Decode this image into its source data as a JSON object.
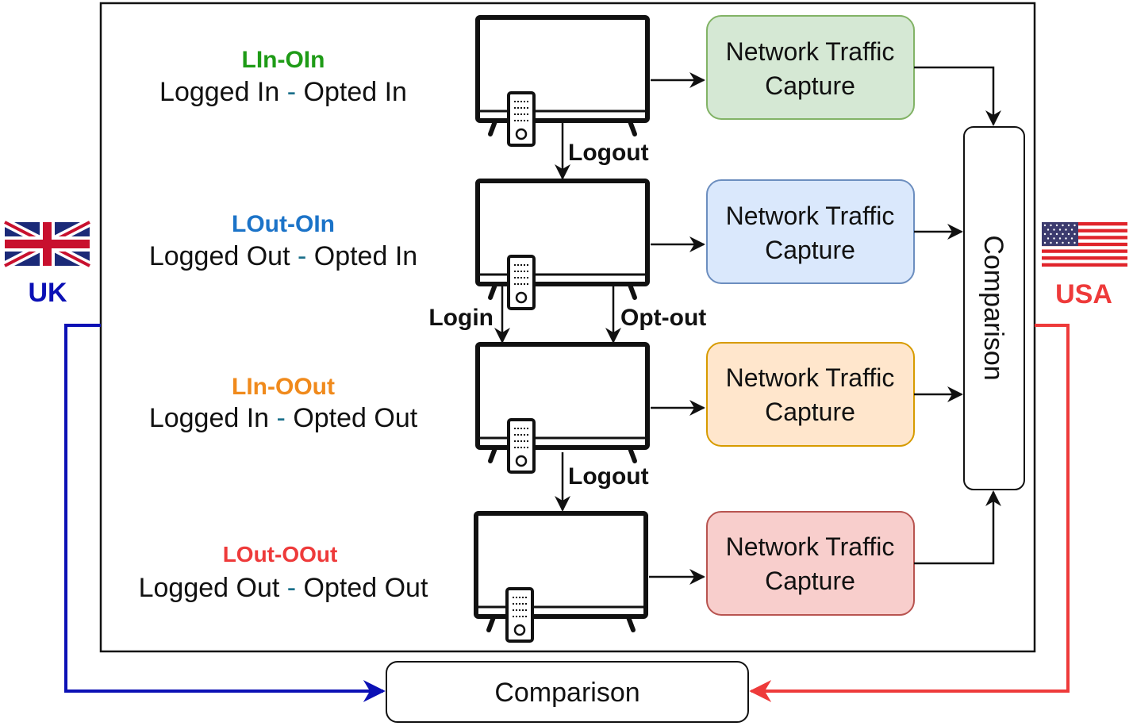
{
  "states": [
    {
      "abbr": "LIn-OIn",
      "desc_a": "Logged In",
      "desc_sep": "-",
      "desc_b": "Opted In",
      "color": "#1e9b16",
      "capture_line1": "Network Traffic",
      "capture_line2": "Capture",
      "fill": "#d5e8d4",
      "stroke": "#82b366"
    },
    {
      "abbr": "LOut-OIn",
      "desc_a": "Logged Out",
      "desc_sep": "-",
      "desc_b": "Opted In",
      "color": "#1b73c8",
      "capture_line1": "Network Traffic",
      "capture_line2": "Capture",
      "fill": "#dae8fc",
      "stroke": "#6c8ebf"
    },
    {
      "abbr": "LIn-OOut",
      "desc_a": "Logged In",
      "desc_sep": "-",
      "desc_b": "Opted Out",
      "color": "#f08a1c",
      "capture_line1": "Network Traffic",
      "capture_line2": "Capture",
      "fill": "#ffe6cc",
      "stroke": "#d79b00"
    },
    {
      "abbr": "LOut-OOut",
      "desc_a": "Logged Out",
      "desc_sep": "-",
      "desc_b": "Opted Out",
      "color": "#ee3a3a",
      "capture_line1": "Network Traffic",
      "capture_line2": "Capture",
      "fill": "#f8cecc",
      "stroke": "#b85450"
    }
  ],
  "separator_color": "#1a6f8a",
  "transitions": {
    "logout_1": "Logout",
    "login": "Login",
    "optout": "Opt-out",
    "logout_2": "Logout"
  },
  "comparison_vertical": "Comparison",
  "comparison_bottom": "Comparison",
  "countries": {
    "uk": {
      "label": "UK",
      "color": "#0b10b5",
      "flag": "uk-flag-icon"
    },
    "usa": {
      "label": "USA",
      "color": "#ee3a3a",
      "flag": "usa-flag-icon"
    }
  }
}
